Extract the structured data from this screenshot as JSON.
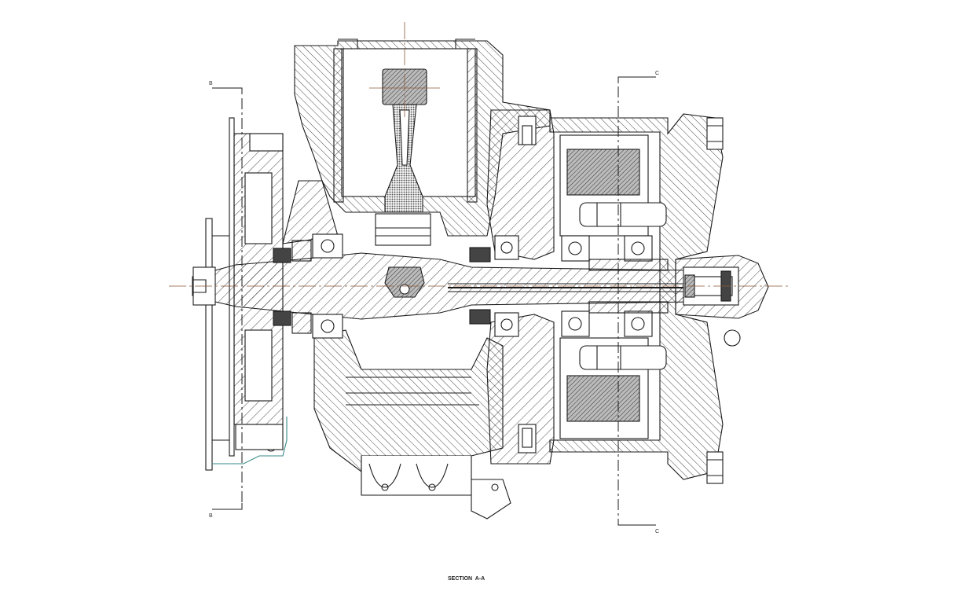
{
  "caption": "SECTION  A-A",
  "section_marks": {
    "b_top": "B",
    "b_bottom": "B",
    "c_top": "C",
    "c_bottom": "C"
  },
  "colors": {
    "line": "#1a1a1a",
    "centerline": "#8a5a3a",
    "fill": "#ffffff",
    "dense_fill": "#7a7a7a"
  }
}
